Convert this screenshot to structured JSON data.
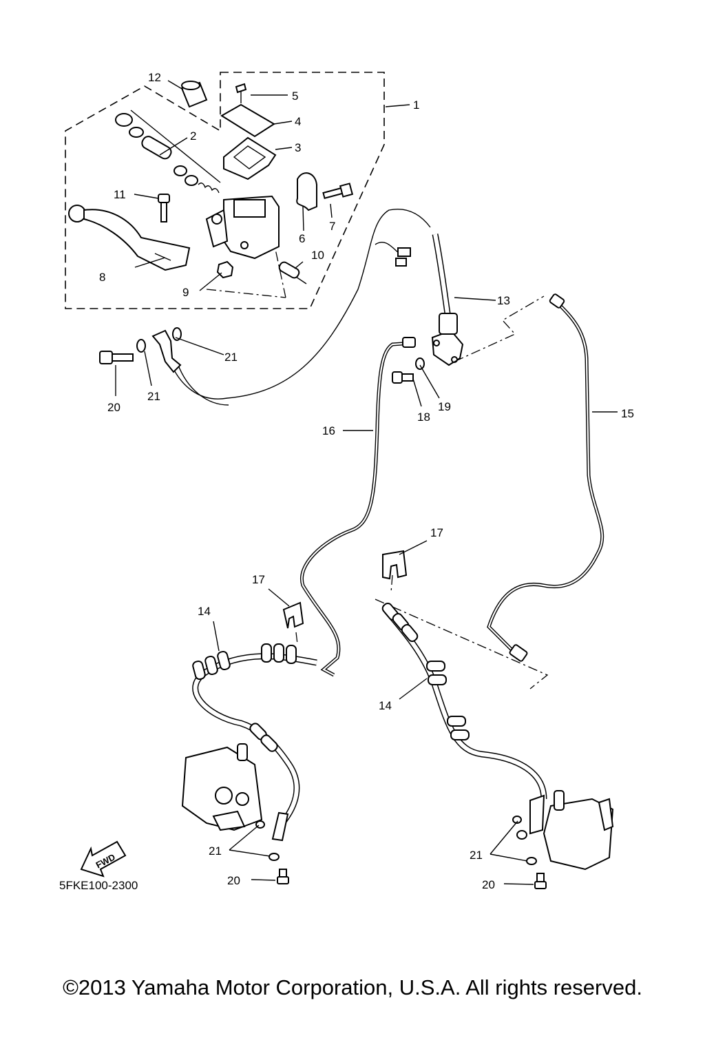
{
  "callouts": {
    "c1": "1",
    "c2": "2",
    "c3": "3",
    "c4": "4",
    "c5": "5",
    "c6": "6",
    "c7": "7",
    "c8": "8",
    "c9": "9",
    "c10": "10",
    "c11": "11",
    "c12": "12",
    "c13": "13",
    "c14a": "14",
    "c14b": "14",
    "c15": "15",
    "c16": "16",
    "c17a": "17",
    "c17b": "17",
    "c18": "18",
    "c19": "19",
    "c20a": "20",
    "c20b": "20",
    "c20c": "20",
    "c21a": "21",
    "c21b": "21",
    "c21c": "21",
    "c21d": "21"
  },
  "fwd_label": "FWD",
  "diagram_code": "5FKE100-2300",
  "copyright": "©2013 Yamaha Motor Corporation, U.S.A. All rights reserved."
}
